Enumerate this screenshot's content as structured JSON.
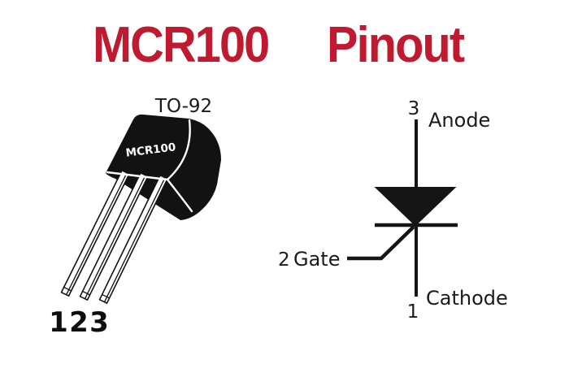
{
  "title": {
    "part_number": "MCR100",
    "word": "Pinout",
    "color": "#C01A30"
  },
  "package": {
    "type_label": "TO-92",
    "body_label": "MCR100",
    "pin_numbers": [
      "1",
      "2",
      "3"
    ],
    "body_color": "#121212",
    "lead_fill": "#ffffff"
  },
  "symbol": {
    "type": "SCR thyristor symbol",
    "anode_pin": "3",
    "anode_label": "Anode",
    "gate_pin": "2",
    "gate_label": "Gate",
    "cathode_pin": "1",
    "cathode_label": "Cathode",
    "line_color": "#151515"
  },
  "pin_map": [
    {
      "pin": "1",
      "name": "Cathode"
    },
    {
      "pin": "2",
      "name": "Gate"
    },
    {
      "pin": "3",
      "name": "Anode"
    }
  ]
}
